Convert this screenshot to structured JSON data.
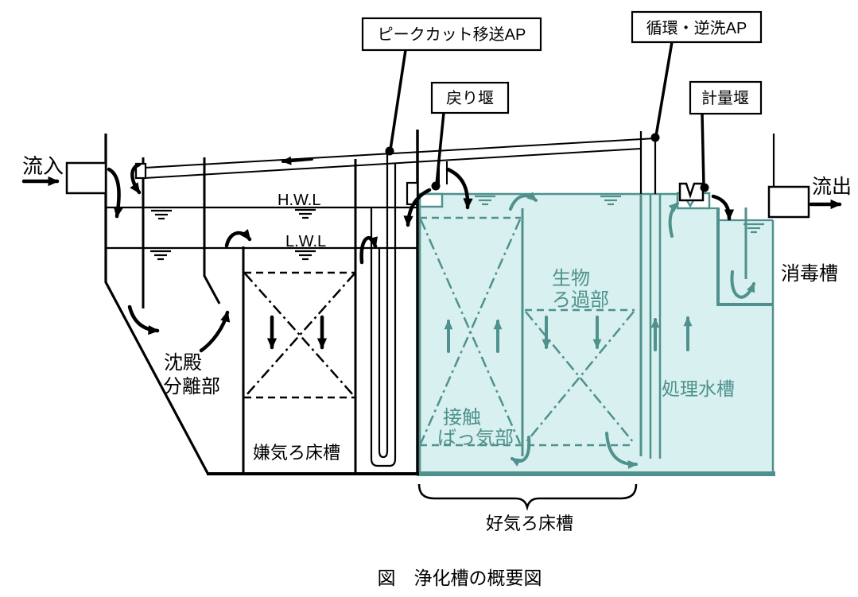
{
  "diagram": {
    "caption": "図　浄化槽の概要図",
    "callouts": {
      "peak_cut_transfer_ap": "ピークカット移送AP",
      "circulation_backwash_ap": "循環・逆洗AP",
      "return_weir": "戻り堰",
      "measuring_weir": "計量堰"
    },
    "flow": {
      "inflow": "流入",
      "outflow": "流出"
    },
    "water_levels": {
      "high": "H.W.L",
      "low": "L.W.L"
    },
    "compartments": {
      "sedimentation_l1": "沈殿",
      "sedimentation_l2": "分離部",
      "anaerobic_filter_bed": "嫌気ろ床槽",
      "contact_aeration_l1": "接触",
      "contact_aeration_l2": "ばっ気部",
      "bio_filtration_l1": "生物",
      "bio_filtration_l2": "ろ過部",
      "treated_water_tank": "処理水槽",
      "disinfection_tank": "消毒槽",
      "aerobic_filter_bed": "好気ろ床槽"
    },
    "colors": {
      "teal_stroke": "#4e918d",
      "teal_fill": "#d8f0ef",
      "black": "#000000",
      "background": "#ffffff"
    }
  }
}
